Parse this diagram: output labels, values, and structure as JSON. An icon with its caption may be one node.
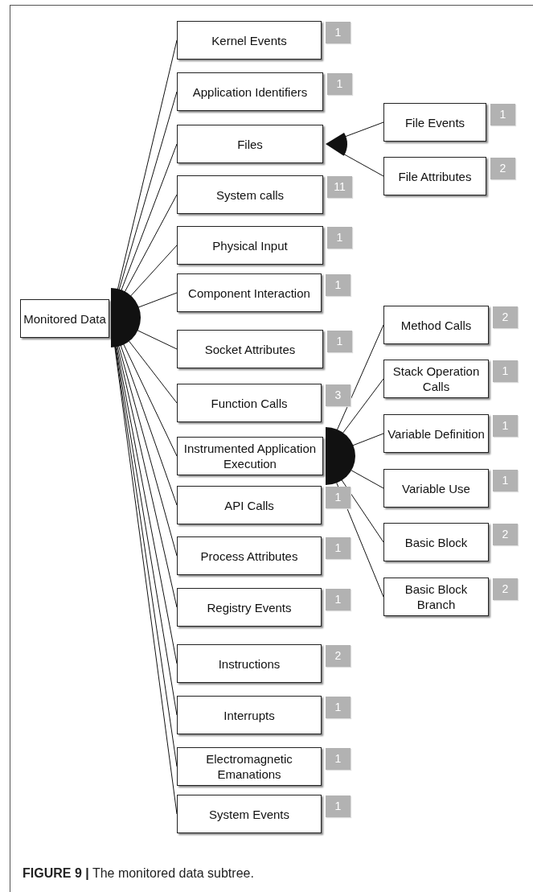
{
  "diagram": {
    "caption": "**FIGURE 9 |** The monitored data subtree.",
    "nodes": [
      {
        "text": [
          "Monitored Data"
        ]
      },
      {
        "text": [],
        "shape": "semicircle"
      },
      {
        "text": [
          "Kernel Events"
        ],
        "beside": [
          "1"
        ]
      },
      {
        "text": [
          "Application Identifiers"
        ],
        "beside": [
          "1"
        ]
      },
      {
        "text": [
          "Files"
        ]
      },
      {
        "text": [],
        "shape": "sector"
      },
      {
        "text": [
          "File Events"
        ],
        "beside": [
          "1"
        ]
      },
      {
        "text": [
          "File Attributes"
        ],
        "beside": [
          "2"
        ]
      },
      {
        "text": [
          "System calls"
        ],
        "beside": [
          "11"
        ]
      },
      {
        "text": [
          "Physical Input"
        ],
        "beside": [
          "1"
        ]
      },
      {
        "text": [
          "Component Interaction"
        ],
        "beside": [
          "1"
        ]
      },
      {
        "text": [
          "Socket Attributes"
        ],
        "beside": [
          "1"
        ]
      },
      {
        "text": [
          "Function Calls"
        ],
        "beside": [
          "3"
        ]
      },
      {
        "text": [
          "Instrumented Application Execution"
        ]
      },
      {
        "text": [],
        "shape": "semicircle"
      },
      {
        "text": [
          "Method Calls"
        ],
        "beside": [
          "2"
        ]
      },
      {
        "text": [
          "Stack Operation Calls"
        ],
        "beside": [
          "1"
        ]
      },
      {
        "text": [
          "Variable Definition"
        ],
        "beside": [
          "1"
        ]
      },
      {
        "text": [
          "Variable Use"
        ],
        "beside": [
          "1"
        ]
      },
      {
        "text": [
          "Basic Block"
        ],
        "beside": [
          "2"
        ]
      },
      {
        "text": [
          "Basic Block Branch"
        ],
        "beside": [
          "2"
        ]
      },
      {
        "text": [
          "API Calls"
        ],
        "beside": [
          "1"
        ]
      },
      {
        "text": [
          "Process Attributes"
        ],
        "beside": [
          "1"
        ]
      },
      {
        "text": [
          "Registry Events"
        ],
        "beside": [
          "1"
        ]
      },
      {
        "text": [
          "Instructions"
        ],
        "beside": [
          "2"
        ]
      },
      {
        "text": [
          "Interrupts"
        ],
        "beside": [
          "1"
        ]
      },
      {
        "text": [
          "Electromagnetic Emanations"
        ],
        "beside": [
          "1"
        ]
      },
      {
        "text": [
          "System Events"
        ],
        "beside": [
          "1"
        ]
      }
    ],
    "edges": [
      {
        "from": 1,
        "to": 2,
        "arrow": "none"
      },
      {
        "from": 1,
        "to": 3,
        "arrow": "none"
      },
      {
        "from": 1,
        "to": 4,
        "arrow": "none"
      },
      {
        "from": 5,
        "to": 6,
        "arrow": "none"
      },
      {
        "from": 5,
        "to": 7,
        "arrow": "none"
      },
      {
        "from": 1,
        "to": 8,
        "arrow": "none"
      },
      {
        "from": 1,
        "to": 9,
        "arrow": "none"
      },
      {
        "from": 1,
        "to": 10,
        "arrow": "none"
      },
      {
        "from": 1,
        "to": 11,
        "arrow": "none"
      },
      {
        "from": 1,
        "to": 12,
        "arrow": "none"
      },
      {
        "from": 1,
        "to": 13,
        "arrow": "none"
      },
      {
        "from": 14,
        "to": 15,
        "arrow": "none"
      },
      {
        "from": 14,
        "to": 16,
        "arrow": "none"
      },
      {
        "from": 14,
        "to": 17,
        "arrow": "none"
      },
      {
        "from": 14,
        "to": 18,
        "arrow": "none"
      },
      {
        "from": 14,
        "to": 19,
        "arrow": "none"
      },
      {
        "from": 14,
        "to": 20,
        "arrow": "none"
      },
      {
        "from": 1,
        "to": 21,
        "arrow": "none"
      },
      {
        "from": 1,
        "to": 22,
        "arrow": "none"
      },
      {
        "from": 1,
        "to": 23,
        "arrow": "none"
      },
      {
        "from": 1,
        "to": 24,
        "arrow": "none"
      },
      {
        "from": 1,
        "to": 25,
        "arrow": "none"
      },
      {
        "from": 1,
        "to": 26,
        "arrow": "none"
      },
      {
        "from": 1,
        "to": 27,
        "arrow": "none"
      }
    ]
  }
}
